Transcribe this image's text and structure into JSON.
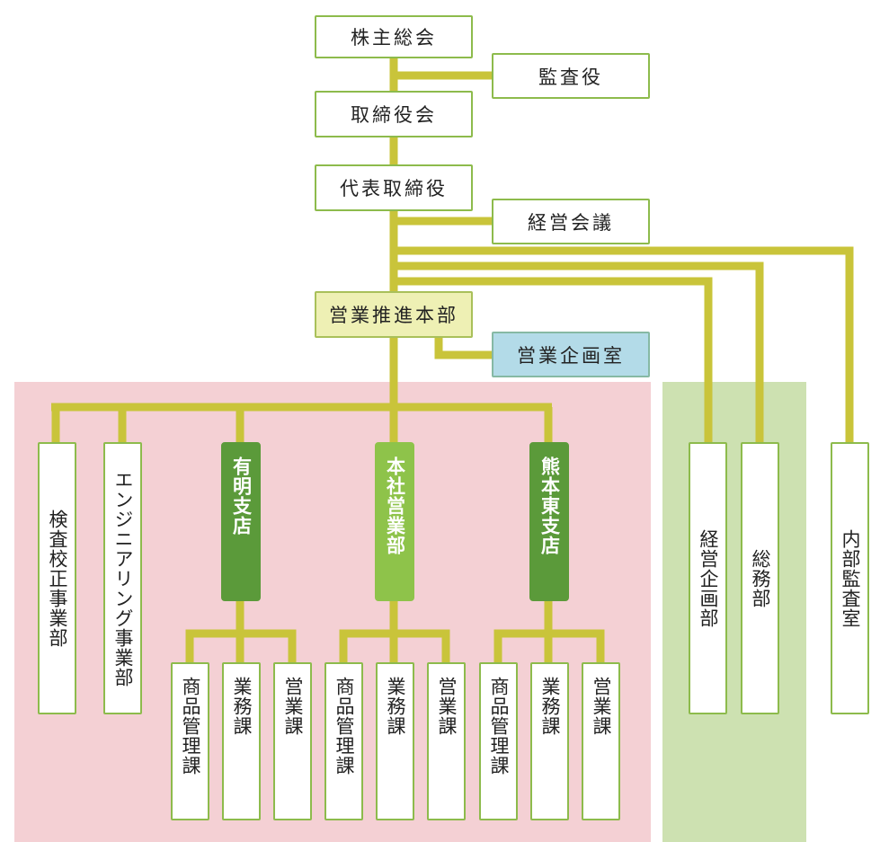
{
  "colors": {
    "connector": "#c9c43a",
    "border": "#8dbb4c",
    "region_pink": "#f4d0d4",
    "region_green": "#cde1b1",
    "branch_dark": "#5b9a3a",
    "branch_light": "#8ec34a",
    "highlight_yellow": "#eef0b4",
    "highlight_blue": "#b3dbe8"
  },
  "top": {
    "shareholders": "株主総会",
    "auditor": "監査役",
    "board": "取締役会",
    "president": "代表取締役",
    "management_meeting": "経営会議",
    "sales_hq": "営業推進本部",
    "sales_planning": "営業企画室"
  },
  "sales_group": {
    "inspection": "検査校正事業部",
    "engineering": "エンジニアリング事業部",
    "ariake": {
      "name": "有明支店",
      "sections": [
        "商品管理課",
        "業務課",
        "営業課"
      ]
    },
    "head_office": {
      "name": "本社営業部",
      "sections": [
        "商品管理課",
        "業務課",
        "営業課"
      ]
    },
    "kumamoto_east": {
      "name": "熊本東支店",
      "sections": [
        "商品管理課",
        "業務課",
        "営業課"
      ]
    }
  },
  "admin_group": {
    "corporate_planning": "経営企画部",
    "general_affairs": "総務部"
  },
  "internal_audit": "内部監査室"
}
